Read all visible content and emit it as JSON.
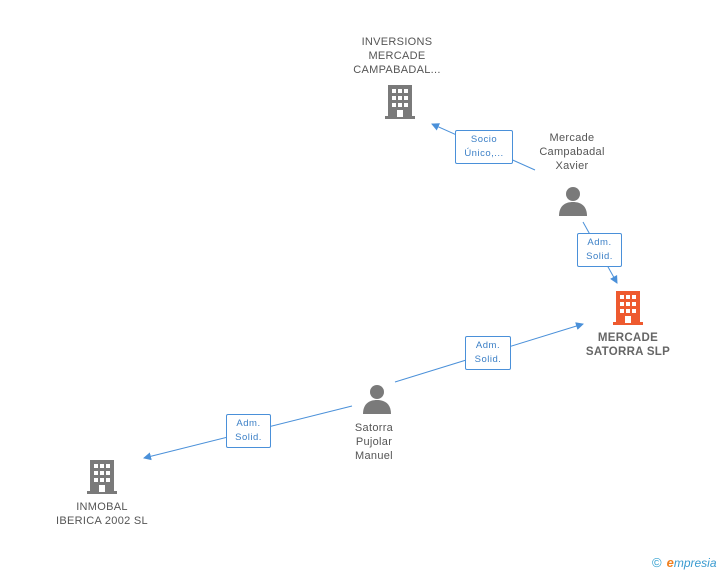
{
  "nodes": {
    "inversions": {
      "lines": [
        "INVERSIONS",
        "MERCADE",
        "CAMPABADAL..."
      ]
    },
    "mercade_xavier": {
      "lines": [
        "Mercade",
        "Campabadal",
        "Xavier"
      ]
    },
    "mercade_satorra": {
      "lines": [
        "MERCADE",
        "SATORRA SLP"
      ]
    },
    "satorra_pujolar": {
      "lines": [
        "Satorra",
        "Pujolar",
        "Manuel"
      ]
    },
    "inmobal": {
      "lines": [
        "INMOBAL",
        "IBERICA 2002 SL"
      ]
    }
  },
  "edges": {
    "socio_unico": {
      "lines": [
        "Socio",
        "Único,..."
      ]
    },
    "adm_solid_1": {
      "lines": [
        "Adm.",
        "Solid."
      ]
    },
    "adm_solid_2": {
      "lines": [
        "Adm.",
        "Solid."
      ]
    },
    "adm_solid_3": {
      "lines": [
        "Adm.",
        "Solid."
      ]
    }
  },
  "colors": {
    "company": "#7a7a7a",
    "company_highlight": "#ee5a2f",
    "person": "#7a7a7a",
    "edge": "#4a90d9"
  },
  "icons": {
    "company": "building-icon",
    "person": "person-icon"
  },
  "brand": {
    "copyright": "©",
    "initial": "e",
    "name": "mpresia"
  }
}
